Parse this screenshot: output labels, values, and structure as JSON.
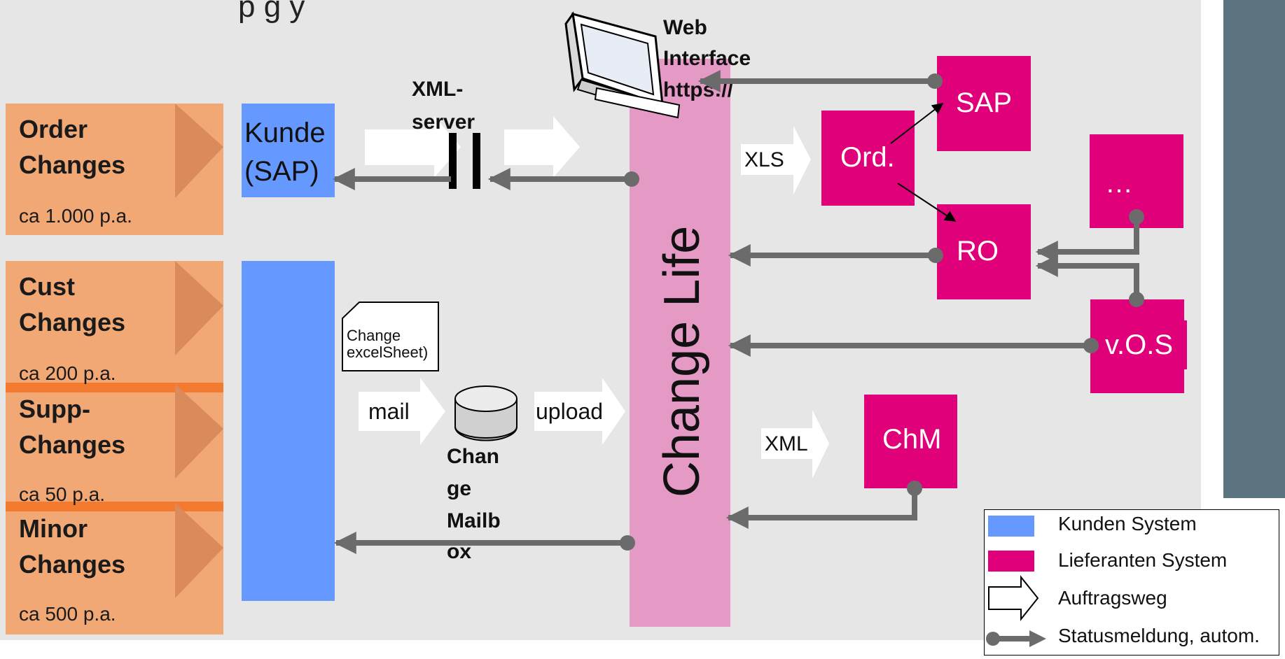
{
  "colors": {
    "background": "#e6e6e6",
    "category_fill": "#f2a874",
    "category_arrow": "#db8a5c",
    "category_divider": "#f47a30",
    "customer_system": "#6699ff",
    "supplier_system": "#e0007a",
    "change_life_bar": "#e59ac6",
    "status_line": "#6b6b6b",
    "right_bar": "#5b7480"
  },
  "title_fragment": "p                                                  g     y",
  "categories": [
    {
      "name_line1": "Order",
      "name_line2": "Changes",
      "volume": "ca 1.000 p.a."
    },
    {
      "name_line1": "Cust",
      "name_line2": "Changes",
      "volume": "ca 200 p.a."
    },
    {
      "name_line1": "Supp-",
      "name_line2": "Changes",
      "volume": "ca 50 p.a."
    },
    {
      "name_line1": "Minor",
      "name_line2": "Changes",
      "volume": "ca 500 p.a."
    }
  ],
  "customer_system": {
    "line1": "Kunde",
    "line2": "(SAP)"
  },
  "xml_server": {
    "line1": "XML-",
    "line2": "server"
  },
  "web_interface": {
    "line1": "Web",
    "line2": "Interface",
    "line3": "https://"
  },
  "central_system": "Change Life",
  "change_sheet": {
    "line1": "Change",
    "line2": "excelSheet)"
  },
  "mail_label": "mail",
  "upload_label": "upload",
  "mailbox": {
    "line1": "Chan",
    "line2": "ge",
    "line3": "Mailb",
    "line4": "ox"
  },
  "xls_label": "XLS",
  "xml_label": "XML",
  "supplier_nodes": {
    "sap": "SAP",
    "ord": "Ord.",
    "ro": "RO",
    "ellipsis": "…",
    "vos": "v.O.S",
    "chm": "ChM"
  },
  "legend": {
    "customer_system": "Kunden System",
    "supplier_system": "Lieferanten System",
    "order_path": "Auftragsweg",
    "status_message": "Statusmeldung, autom."
  }
}
